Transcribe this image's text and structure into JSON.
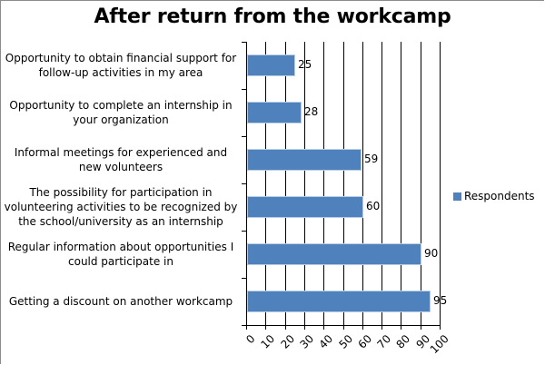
{
  "chart_data": {
    "type": "bar",
    "orientation": "horizontal",
    "title": "After return from the workcamp",
    "xlabel": "",
    "ylabel": "",
    "xlim": [
      0,
      100
    ],
    "x_ticks": [
      "0",
      "10",
      "20",
      "30",
      "40",
      "50",
      "60",
      "70",
      "80",
      "90",
      "100"
    ],
    "grid": true,
    "legend_position": "right",
    "categories": [
      "Opportunity to obtain financial support for follow-up activities in my area",
      "Opportunity to complete an internship in your organization",
      "Informal meetings for experienced and new volunteers",
      "The possibility for participation in volunteering activities to be recognized by the school/university as an internship",
      "Regular information about opportunities I could participate in",
      "Getting a discount on another workcamp"
    ],
    "series": [
      {
        "name": "Respondents",
        "color": "#4f81bd",
        "values": [
          25,
          28,
          59,
          60,
          90,
          95
        ]
      }
    ]
  },
  "title": "After return from the workcamp",
  "legend": {
    "label": "Respondents"
  },
  "rows": [
    {
      "label": "Opportunity to obtain financial support for follow-up activities in my area",
      "value": "25"
    },
    {
      "label": "Opportunity to complete an internship in your organization",
      "value": "28"
    },
    {
      "label": "Informal meetings for experienced and new volunteers",
      "value": "59"
    },
    {
      "label": "The possibility for participation in volunteering activities to be recognized by the school/university as an internship",
      "value": "60"
    },
    {
      "label": "Regular information about opportunities I could participate in",
      "value": "90"
    },
    {
      "label": "Getting a discount on another workcamp",
      "value": "95"
    }
  ],
  "ticks": [
    "0",
    "10",
    "20",
    "30",
    "40",
    "50",
    "60",
    "70",
    "80",
    "90",
    "100"
  ]
}
